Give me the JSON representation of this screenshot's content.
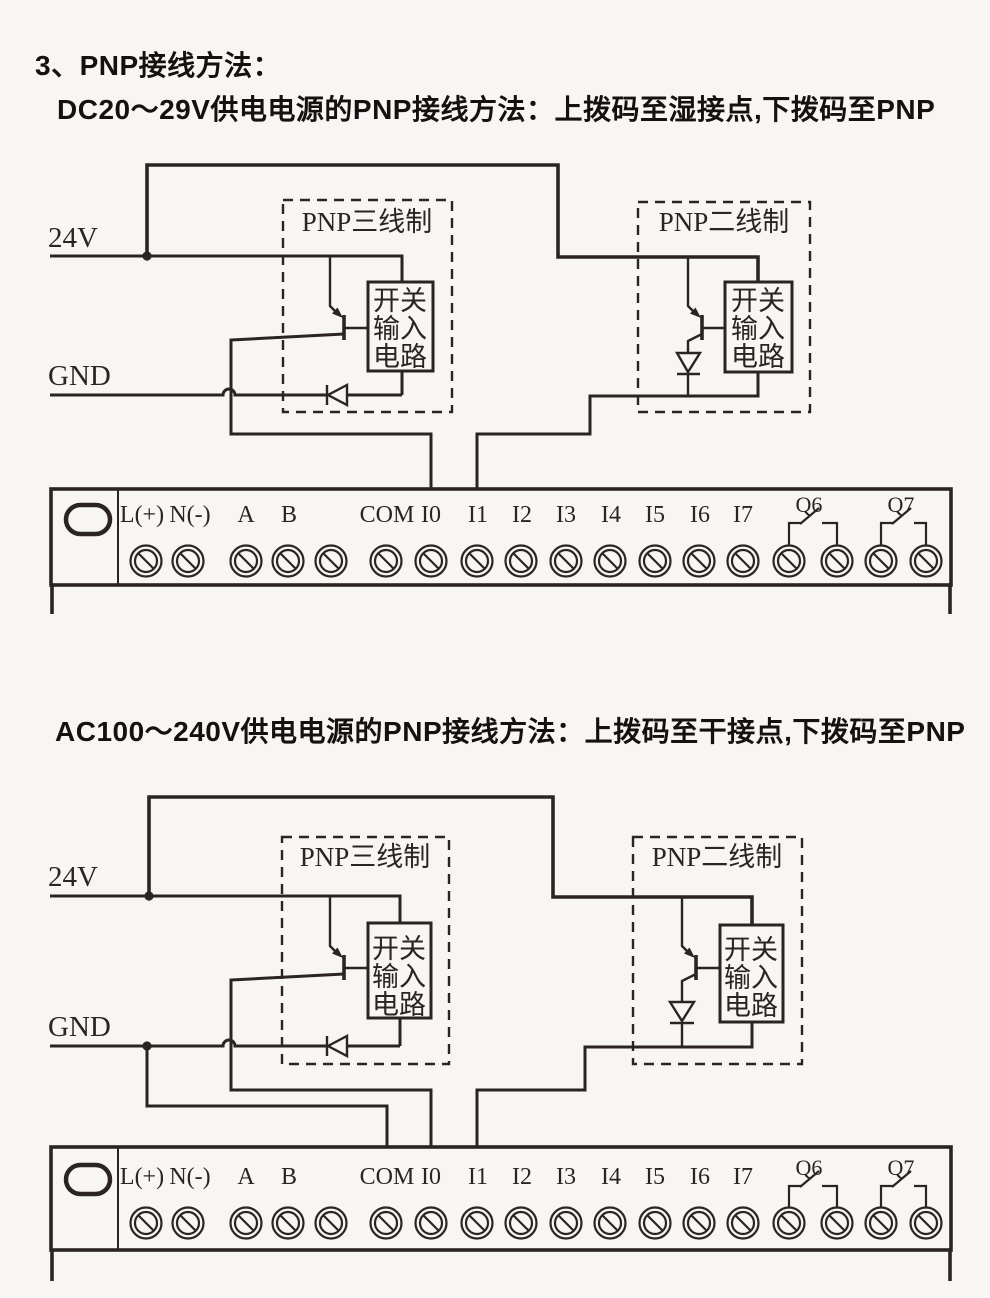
{
  "headings": {
    "section_title": "3、PNP接线方法：",
    "dc_subtitle": "DC20～29V供电电源的PNP接线方法：上拨码至湿接点,下拨码至PNP",
    "ac_subtitle": "AC100～240V供电电源的PNP接线方法：上拨码至干接点,下拨码至PNP"
  },
  "circuit": {
    "supply_24v": "24V",
    "supply_gnd": "GND",
    "three_wire": "PNP三线制",
    "two_wire": "PNP二线制",
    "box_line1": "开关",
    "box_line2": "输入",
    "box_line3": "电路"
  },
  "strip": {
    "labels": [
      "L(+)",
      "N(-)",
      "A",
      "B",
      "COM",
      "I0",
      "I1",
      "I2",
      "I3",
      "I4",
      "I5",
      "I6",
      "I7"
    ],
    "relays": [
      "Q6",
      "Q7"
    ]
  },
  "colors": {
    "background": "#f7f6f4",
    "line": "#2b2422",
    "heading_text": "#141211"
  }
}
